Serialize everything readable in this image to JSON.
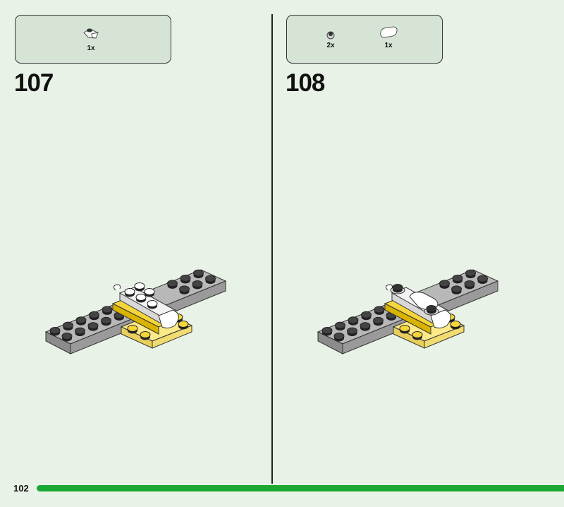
{
  "steps": [
    {
      "number": "107",
      "parts": [
        {
          "icon": "white-plate-with-clip-and-round-tip",
          "qty": "1x"
        }
      ]
    },
    {
      "number": "108",
      "parts": [
        {
          "icon": "dark-stud-round-plate",
          "qty": "2x"
        },
        {
          "icon": "white-tile-round-2x1",
          "qty": "1x"
        }
      ]
    }
  ],
  "page_number": "102",
  "colors": {
    "background": "#e9f2e7",
    "parts_box": "#d6e4d6",
    "progress": "#1aa832",
    "plate_gray": "#a3a3a3",
    "yellow": "#f5d63a",
    "light_yellow": "#fbe98a"
  }
}
